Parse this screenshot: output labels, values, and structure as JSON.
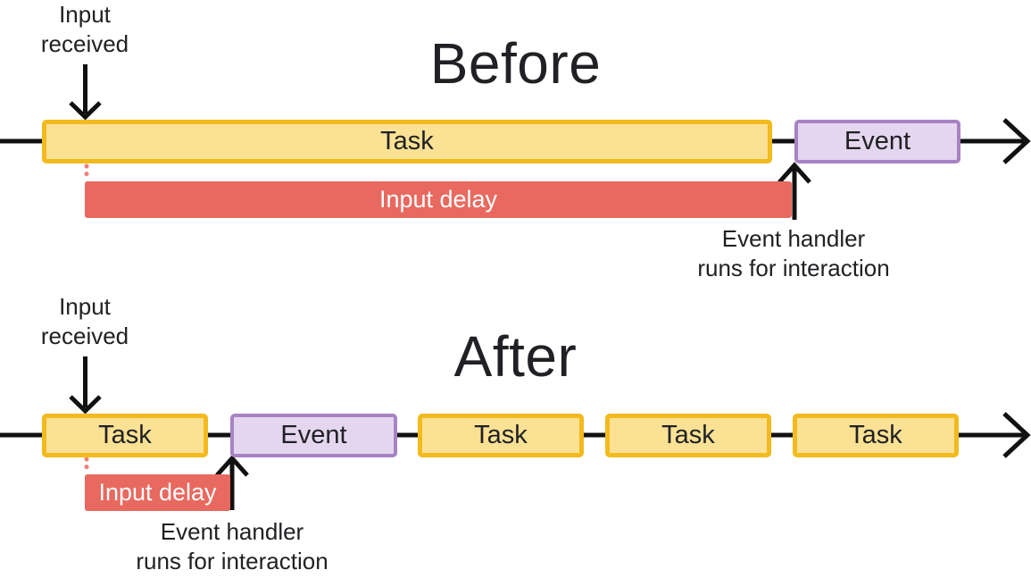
{
  "colors": {
    "task_fill": "#FBE194",
    "task_border": "#F3BA1E",
    "event_fill": "#E5D6EF",
    "event_border": "#A783C4",
    "delay_fill": "#E8695F",
    "delay_dots": "#EE8275",
    "line": "#111111",
    "text": "#202124"
  },
  "before": {
    "title": "Before",
    "input_received": "Input received",
    "task_label": "Task",
    "event_label": "Event",
    "input_delay": "Input delay",
    "event_handler_line1": "Event handler",
    "event_handler_line2": "runs for interaction"
  },
  "after": {
    "title": "After",
    "input_received": "Input received",
    "bars": [
      {
        "type": "task",
        "label": "Task"
      },
      {
        "type": "event",
        "label": "Event"
      },
      {
        "type": "task",
        "label": "Task"
      },
      {
        "type": "task",
        "label": "Task"
      },
      {
        "type": "task",
        "label": "Task"
      }
    ],
    "input_delay": "Input delay",
    "event_handler_line1": "Event handler",
    "event_handler_line2": "runs for interaction"
  }
}
